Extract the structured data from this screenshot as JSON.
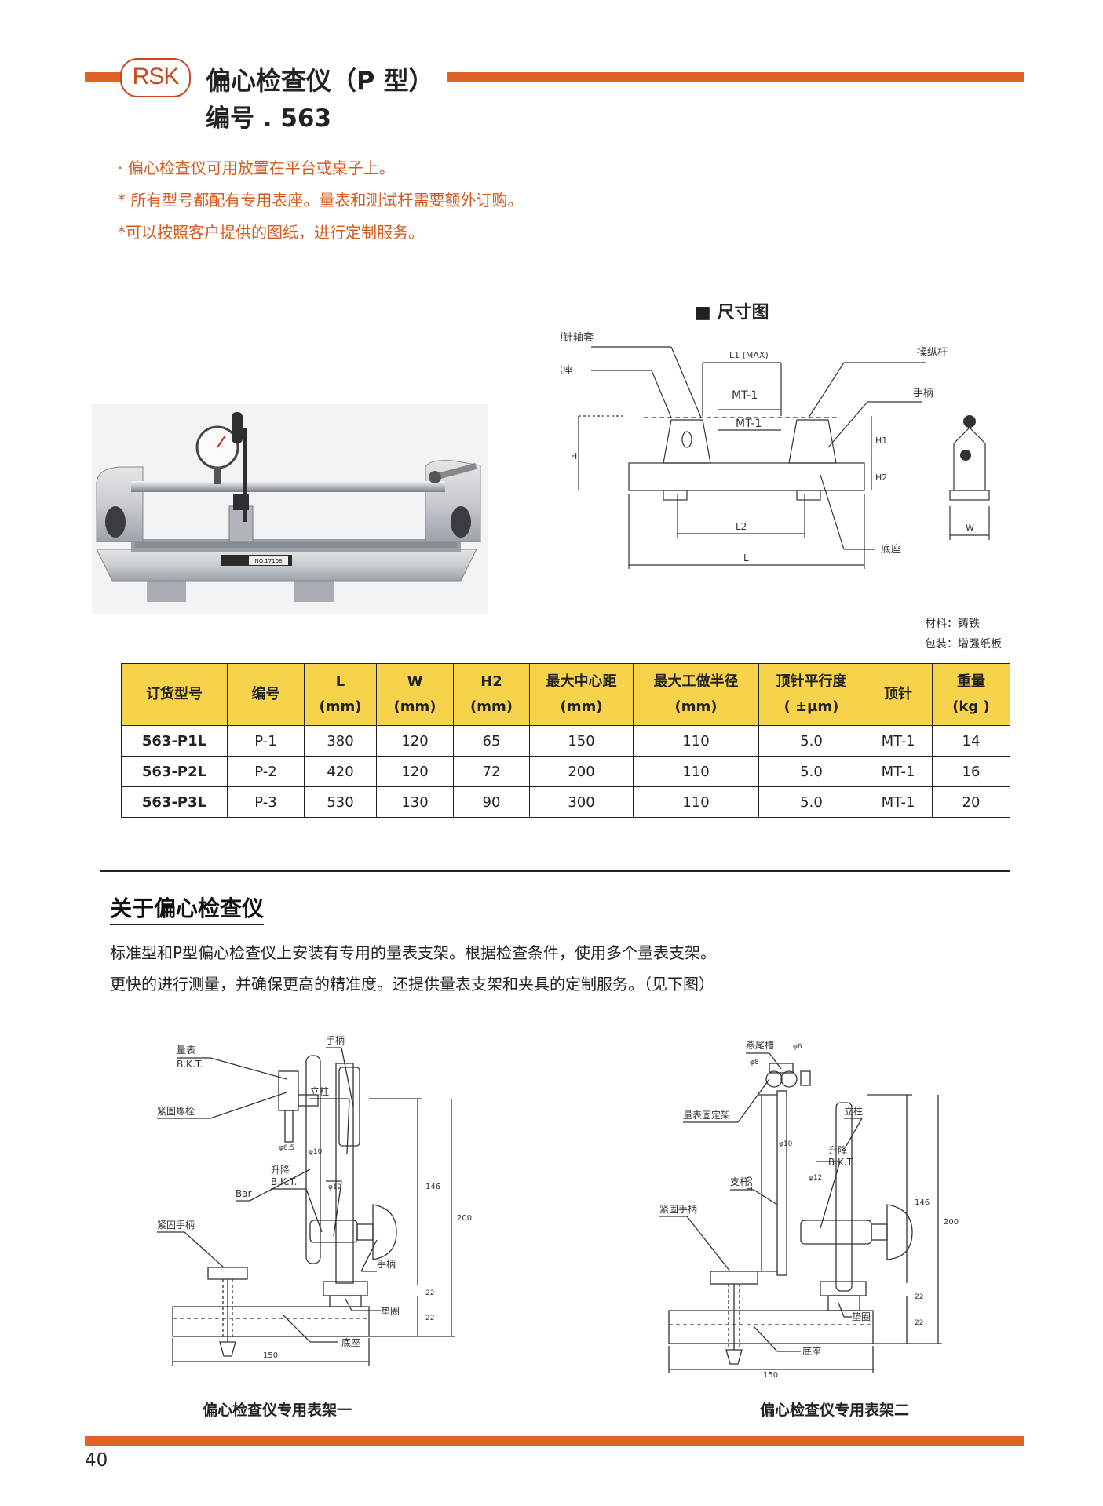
{
  "header": {
    "logo_text": "RSK",
    "title": "偏心检查仪（P 型）",
    "subtitle": "编号 . 563",
    "accent_color": "#e0622a"
  },
  "notes": [
    "· 偏心检查仪可用放置在平台或桌子上。",
    "* 所有型号都配有专用表座。量表和测试杆需要额外订购。",
    "*可以按照客户提供的图纸，进行定制服务。"
  ],
  "photo": {
    "label_plate": "NO.17108"
  },
  "dimension_drawing": {
    "title": "■ 尺寸图",
    "labels": {
      "center_sleeve": "顶针轴套",
      "tailstock": "尾座",
      "l1": "L1 (MAX)",
      "mt1_top": "MT-1",
      "mt1_bottom": "MT-1",
      "lever": "操纵杆",
      "handle": "手柄",
      "h": "H",
      "h1": "H1",
      "h2": "H2",
      "l2": "L2",
      "l": "L",
      "base": "底座",
      "w": "W"
    },
    "material": "材料：铸铁",
    "packing": "包装：增强纸板"
  },
  "spec_table": {
    "headers": [
      [
        "订货型号"
      ],
      [
        "编号"
      ],
      [
        "L",
        "(mm)"
      ],
      [
        "W",
        "(mm)"
      ],
      [
        "H2",
        "(mm)"
      ],
      [
        "最大中心距",
        "(mm)"
      ],
      [
        "最大工做半径",
        "(mm)"
      ],
      [
        "顶针平行度",
        "( ±µm)"
      ],
      [
        "顶针"
      ],
      [
        "重量",
        "(kg )"
      ]
    ],
    "rows": [
      [
        "563-P1L",
        "P-1",
        "380",
        "120",
        "65",
        "150",
        "110",
        "5.0",
        "MT-1",
        "14"
      ],
      [
        "563-P2L",
        "P-2",
        "420",
        "120",
        "72",
        "200",
        "110",
        "5.0",
        "MT-1",
        "16"
      ],
      [
        "563-P3L",
        "P-3",
        "530",
        "130",
        "90",
        "300",
        "110",
        "5.0",
        "MT-1",
        "20"
      ]
    ]
  },
  "about": {
    "title": "关于偏心检查仪",
    "paragraphs": [
      "标准型和P型偏心检查仪上安装有专用的量表支架。根据检查条件，使用多个量表支架。",
      "更快的进行测量，并确保更高的精准度。还提供量表支架和夹具的定制服务。（见下图）"
    ]
  },
  "bracket1": {
    "caption": "偏心检查仪专用表架一",
    "labels": {
      "gauge": "量表",
      "bkt": "B.K.T.",
      "lock_screw": "紧固螺栓",
      "phi65": "φ6.5",
      "phi10": "φ10",
      "bar": "Bar",
      "handle_top": "手柄",
      "column": "立柱",
      "lift": "升降",
      "lift_bkt": "B.K.T.",
      "phi12": "φ12",
      "d146": "146",
      "d200": "200",
      "lock_handle": "紧固手柄",
      "handle_bottom": "手柄",
      "washer": "垫圈",
      "d22a": "22",
      "d22b": "22",
      "base": "底座",
      "d150": "150"
    }
  },
  "bracket2": {
    "caption": "偏心检查仪专用表架二",
    "labels": {
      "dovetail": "燕尾槽",
      "phi6": "φ6",
      "phi8": "φ8",
      "gauge_holder": "量表固定架",
      "column": "立柱",
      "phi10": "φ10",
      "lift": "升降",
      "lift_bkt": "B.K.T.",
      "d150v": "150",
      "phi12": "φ12",
      "rod": "支杆",
      "d146": "146",
      "d200": "200",
      "lock_handle": "紧固手柄",
      "washer": "垫圈",
      "d22a": "22",
      "d22b": "22",
      "base": "底座",
      "d150": "150"
    }
  },
  "footer": {
    "page_number": "40"
  }
}
